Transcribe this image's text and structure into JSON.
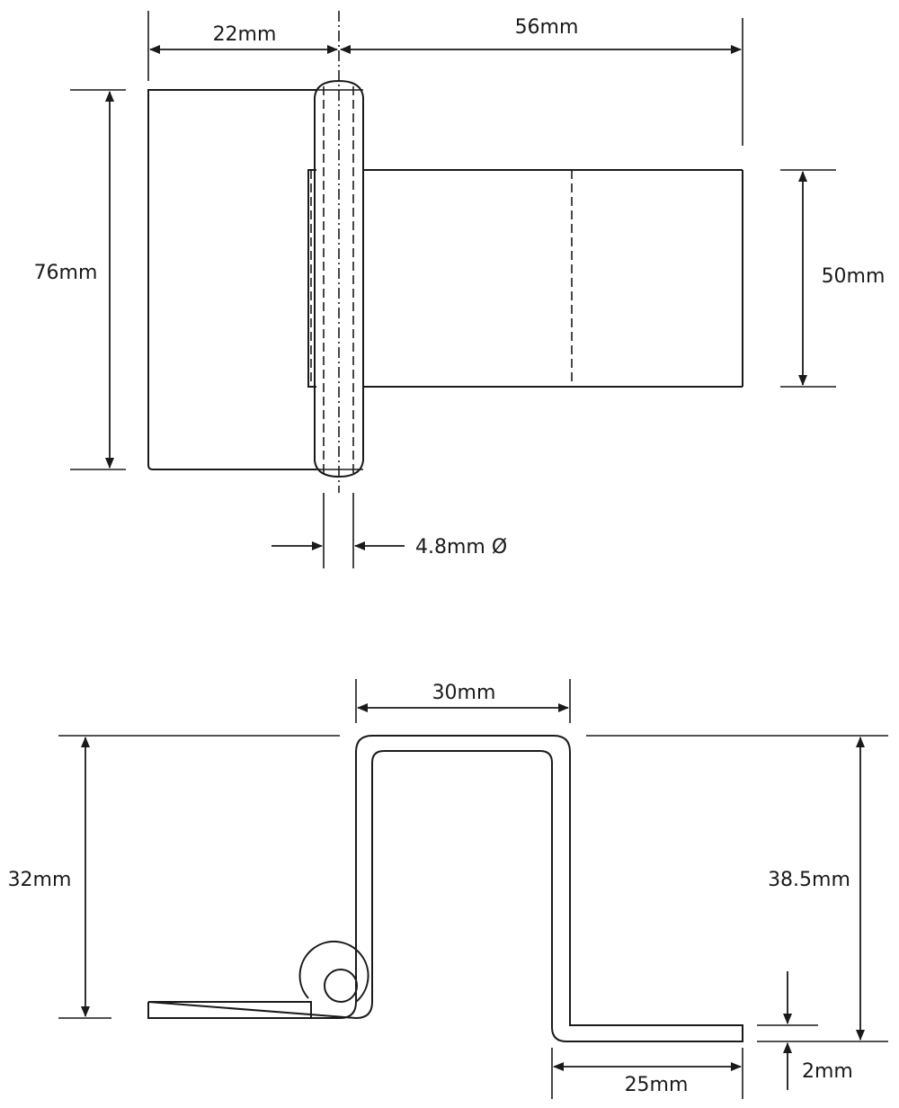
{
  "front_view": {
    "dim_leaf_width": "22mm",
    "dim_flag_width": "56mm",
    "dim_leaf_height": "76mm",
    "dim_flag_height": "50mm",
    "dim_pin_diameter": "4.8mm Ø"
  },
  "side_view": {
    "dim_offset_width": "30mm",
    "dim_left_height": "32mm",
    "dim_right_height": "38.5mm",
    "dim_foot_length": "25mm",
    "dim_thickness": "2mm"
  },
  "colors": {
    "line": "#1a1a1a",
    "background": "#ffffff"
  }
}
